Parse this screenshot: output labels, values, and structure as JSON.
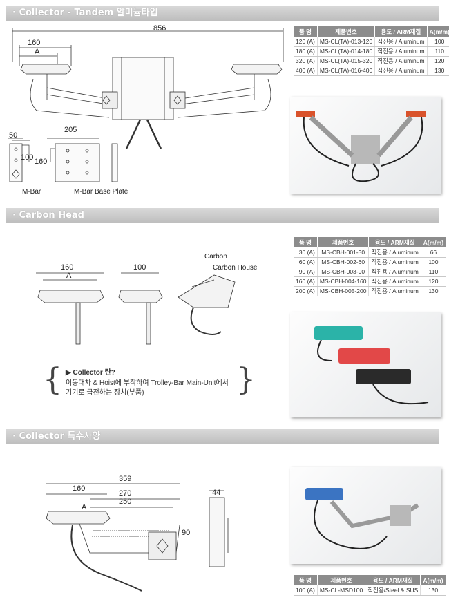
{
  "sections": {
    "s1": {
      "title": "· Collector - Tandem 알미늄타입"
    },
    "s2": {
      "title": "· Carbon Head"
    },
    "s3": {
      "title": "· Collector 특수사양"
    }
  },
  "table_headers": [
    "품 명",
    "제품번호",
    "용도 / ARM재질",
    "A(m/m)"
  ],
  "table1": [
    [
      "120 (A)",
      "MS-CL(TA)-013-120",
      "직진용 / Aluminum",
      "100"
    ],
    [
      "180 (A)",
      "MS-CL(TA)-014-180",
      "직진용 / Aluminum",
      "110"
    ],
    [
      "320 (A)",
      "MS-CL(TA)-015-320",
      "직진용 / Aluminum",
      "120"
    ],
    [
      "400 (A)",
      "MS-CL(TA)-016-400",
      "직진용 / Aluminum",
      "130"
    ]
  ],
  "table2": [
    [
      "30 (A)",
      "MS-CBH-001-30",
      "직진용 / Aluminum",
      "66"
    ],
    [
      "60 (A)",
      "MS-CBH-002-60",
      "직진용 / Aluminum",
      "100"
    ],
    [
      "90 (A)",
      "MS-CBH-003-90",
      "직진용 / Aluminum",
      "110"
    ],
    [
      "160 (A)",
      "MS-CBH-004-160",
      "직진용 / Aluminum",
      "120"
    ],
    [
      "200 (A)",
      "MS-CBH-005-200",
      "직진용 / Aluminum",
      "130"
    ]
  ],
  "table3": [
    [
      "100 (A)",
      "MS-CL-MSD100",
      "직진용/Steel & SUS",
      "130"
    ]
  ],
  "dims1": {
    "total": "856",
    "head": "160",
    "a": "A",
    "mbar_w": "50",
    "mbar_h": "100",
    "plate_w": "205",
    "plate_h": "160",
    "mbar_label": "M-Bar",
    "plate_label": "M-Bar Base Plate"
  },
  "dims2": {
    "head1": "160",
    "a": "A",
    "head2": "100",
    "carbon": "Carbon",
    "house": "Carbon House"
  },
  "note": {
    "title": "▶ Collector 란?",
    "line1": "이동대차 & Hoist에 부착하여 Trolley-Bar Main-Unit에서",
    "line2": "기기로 급전하는 장치(부품)"
  },
  "dims3": {
    "total": "359",
    "head": "160",
    "d270": "270",
    "d250": "250",
    "a": "A",
    "h90": "90",
    "w44": "44"
  },
  "colors": {
    "section_bar": "#bdbdbd",
    "table_header": "#8c8c8c",
    "head_orange": "#d9532c",
    "head_teal": "#2bb3a8",
    "head_red": "#e24848",
    "head_black": "#2a2a2a",
    "head_blue": "#3b74c2"
  }
}
